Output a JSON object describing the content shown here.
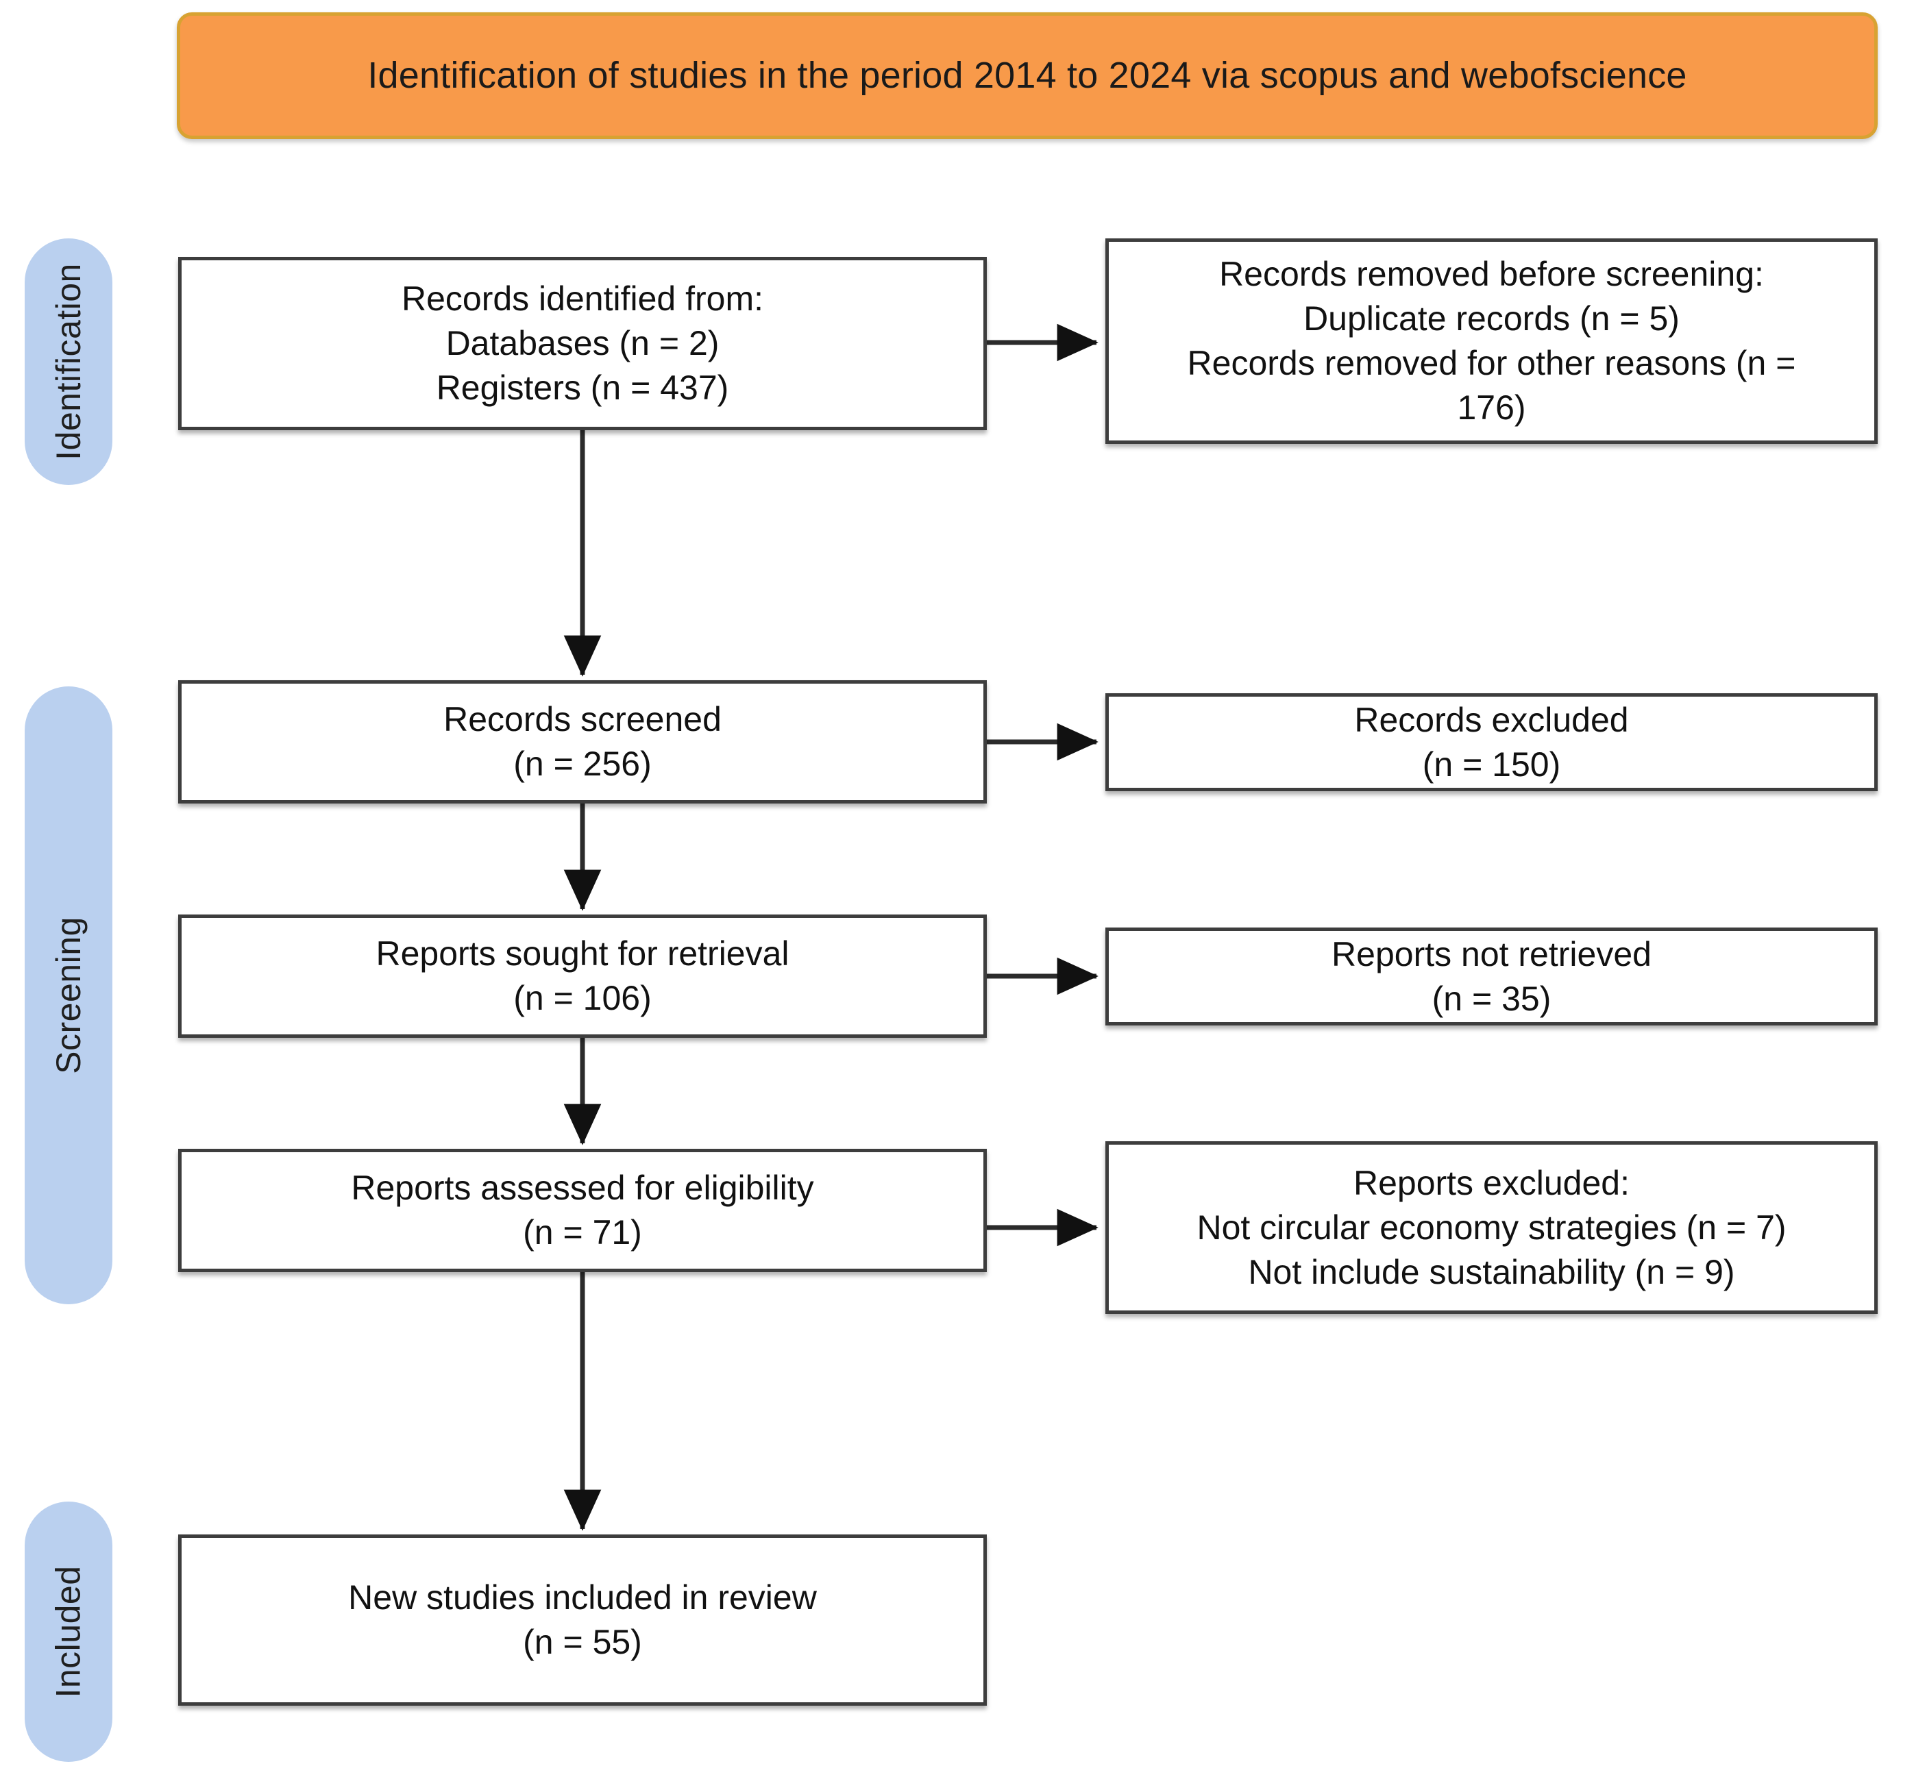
{
  "banner": {
    "title": "Identification of studies in the period 2014 to 2024 via scopus and webofscience",
    "bg_color": "#F89A4A",
    "border_color": "#D8A232"
  },
  "stages": [
    {
      "id": "identification",
      "label": "Identification",
      "color": "#BAD0EF"
    },
    {
      "id": "screening",
      "label": "Screening",
      "color": "#BAD0EF"
    },
    {
      "id": "included",
      "label": "Included",
      "color": "#BAD0EF"
    }
  ],
  "flow": {
    "identified": {
      "text": "Records identified from:\nDatabases (n = 2)\nRegisters (n = 437)",
      "lines": [
        "Records identified from:",
        "Databases (n = 2)",
        "Registers (n = 437)"
      ],
      "counts": {
        "databases": 2,
        "registers": 437
      }
    },
    "removed_before_screening": {
      "text": "Records removed before screening:\nDuplicate records (n = 5)\nRecords removed for other reasons (n =\n176)",
      "lines": [
        "Records removed before screening:",
        "Duplicate records (n = 5)",
        "Records removed for other reasons (n =",
        "176)"
      ],
      "counts": {
        "duplicate_records": 5,
        "other_reasons": 176
      }
    },
    "screened": {
      "text": "Records screened\n(n = 256)",
      "lines": [
        "Records screened",
        "(n = 256)"
      ],
      "counts": {
        "n": 256
      }
    },
    "excluded": {
      "text": "Records excluded\n(n = 150)",
      "lines": [
        "Records excluded",
        "(n = 150)"
      ],
      "counts": {
        "n": 150
      }
    },
    "sought": {
      "text": "Reports sought for retrieval\n(n = 106)",
      "lines": [
        "Reports sought for retrieval",
        "(n = 106)"
      ],
      "counts": {
        "n": 106
      }
    },
    "not_retrieved": {
      "text": "Reports not retrieved\n(n = 35)",
      "lines": [
        "Reports not retrieved",
        "(n = 35)"
      ],
      "counts": {
        "n": 35
      }
    },
    "assessed": {
      "text": "Reports assessed for eligibility\n(n = 71)",
      "lines": [
        "Reports assessed for eligibility",
        "(n = 71)"
      ],
      "counts": {
        "n": 71
      }
    },
    "reports_excluded": {
      "text": "Reports excluded:\nNot circular economy strategies (n = 7)\nNot include sustainability (n = 9)",
      "lines": [
        "Reports excluded:",
        "Not circular economy strategies (n = 7)",
        "Not include sustainability (n = 9)"
      ],
      "counts": {
        "not_circular_economy_strategies": 7,
        "not_include_sustainability": 9
      }
    },
    "new_studies_included": {
      "text": "New studies included in review\n(n = 55)",
      "lines": [
        "New studies included in review",
        "(n = 55)"
      ],
      "counts": {
        "n": 55
      }
    }
  },
  "connector_color": "#2b2b2b",
  "box_border_color": "#3d3d3d"
}
